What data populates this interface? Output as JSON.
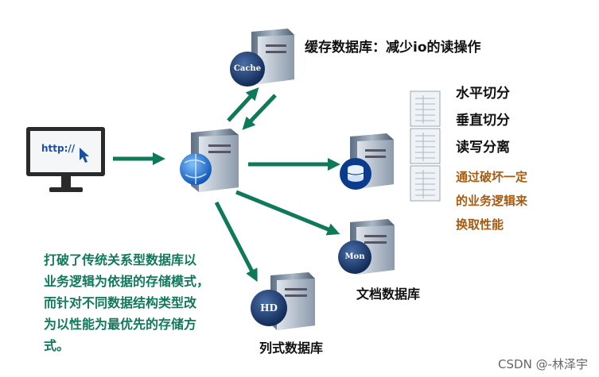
{
  "monitor": {
    "url_text": "http://"
  },
  "servers": {
    "cache_badge": "Cache",
    "mon_badge": "Mon",
    "hd_badge": "HD"
  },
  "labels": {
    "cache": "缓存数据库：减少io的读操作",
    "document": "文档数据库",
    "columnar": "列式数据库"
  },
  "sharding": {
    "items": [
      "水平切分",
      "垂直切分",
      "读写分离"
    ],
    "note_lines": [
      "通过破坏一定",
      "的业务逻辑来",
      "换取性能"
    ]
  },
  "description_lines": [
    "打破了传统关系型数据库以",
    "业务逻辑为依据的存储模式，",
    "而针对不同数据结构类型改",
    "为以性能为最优先的存储方",
    "式。"
  ],
  "watermark": "CSDN @-林泽宇",
  "colors": {
    "arrow": "#0f7a5a",
    "note": "#a85a10"
  }
}
